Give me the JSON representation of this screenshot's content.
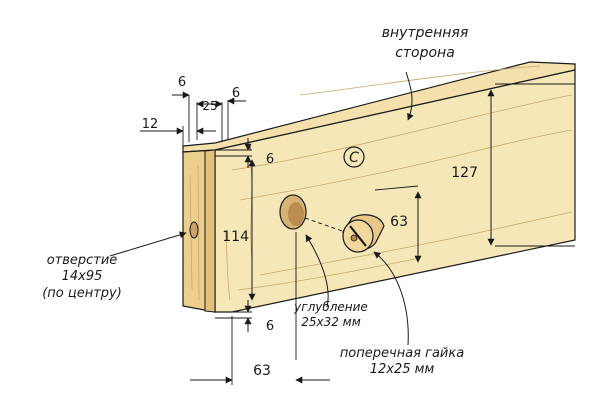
{
  "labels": {
    "inner_side": [
      "внутренняя",
      "сторона"
    ],
    "hole": [
      "отверстие",
      "14х95",
      "(по центру)"
    ],
    "recess": [
      "углубление",
      "25х32 мм"
    ],
    "cross_nut": [
      "поперечная гайка",
      "12х25 мм"
    ],
    "part_letter": "C"
  },
  "dimensions": {
    "d_6_top": "6",
    "d_25": "25",
    "d_6_top_right": "6",
    "d_12": "12",
    "d_6_mid": "6",
    "d_127": "127",
    "d_63_vertical": "63",
    "d_114": "114",
    "d_6_bottom": "6",
    "d_63_bottom": "63"
  },
  "colors": {
    "wood_top": "#f3e0ad",
    "wood_face": "#f6e7b8",
    "wood_end": "#eccf8c",
    "wood_grain": "#c9a86a",
    "ink": "#1a1a1a"
  }
}
